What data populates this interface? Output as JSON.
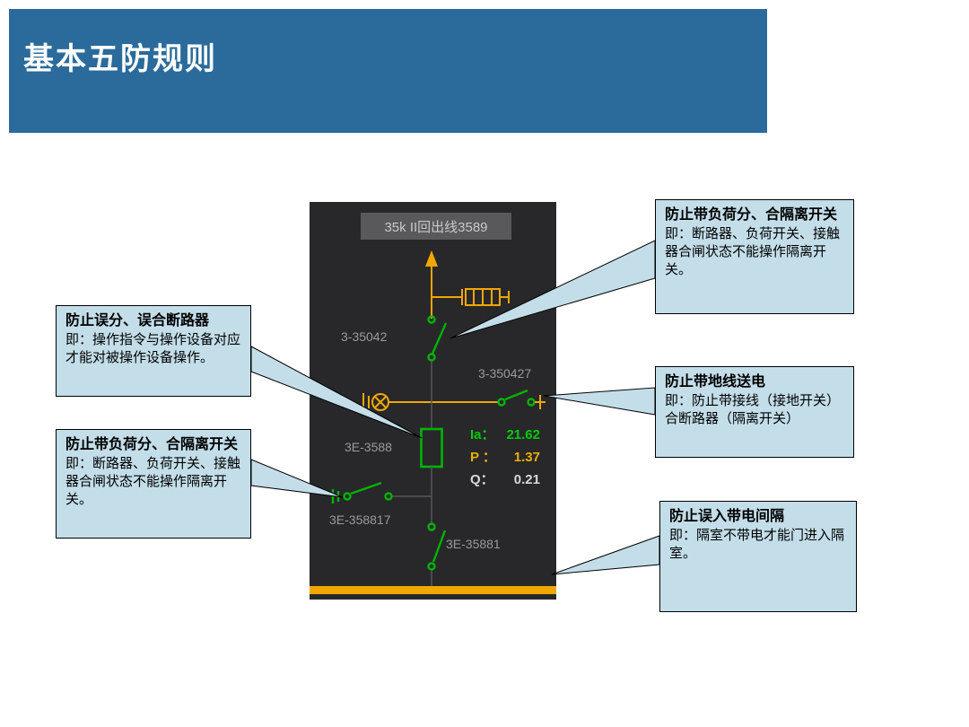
{
  "slide": {
    "title": "基本五防规则"
  },
  "colors": {
    "header_bg": "#2b6b9b",
    "callout_bg": "#c3dee9",
    "panel_bg": "#28282b",
    "bus_yellow": "#f0a800",
    "device_green": "#00b400",
    "label_gray": "#9a9a9a"
  },
  "panel": {
    "header": "35k II回出线3589",
    "labels": {
      "disconnect_top": "3-35042",
      "disconnect_right": "3-350427",
      "breaker": "3E-3588",
      "earth_switch": "3E-358817",
      "disconnect_bottom": "3E-35881"
    },
    "measurements": {
      "ia_label": "Ia：",
      "ia_value": "21.62",
      "p_label": "P ：",
      "p_value": "1.37",
      "q_label": "Q：",
      "q_value": "0.21"
    }
  },
  "callouts": {
    "top_right": {
      "title": "防止带负荷分、合隔离开关",
      "body": "即：断路器、负荷开关、接触器合闸状态不能操作隔离开关。"
    },
    "mid_right": {
      "title": "防止带地线送电",
      "body": "即：防止带接线（接地开关）合断路器（隔离开关）"
    },
    "bottom_right": {
      "title": "防止误入带电间隔",
      "body": "即：隔室不带电才能门进入隔室。"
    },
    "left_top": {
      "title": "防止误分、误合断路器",
      "body": "即：操作指令与操作设备对应才能对被操作设备操作。"
    },
    "left_bottom": {
      "title": "防止带负荷分、合隔离开关",
      "body": "即：断路器、负荷开关、接触器合闸状态不能操作隔离开关。"
    }
  }
}
